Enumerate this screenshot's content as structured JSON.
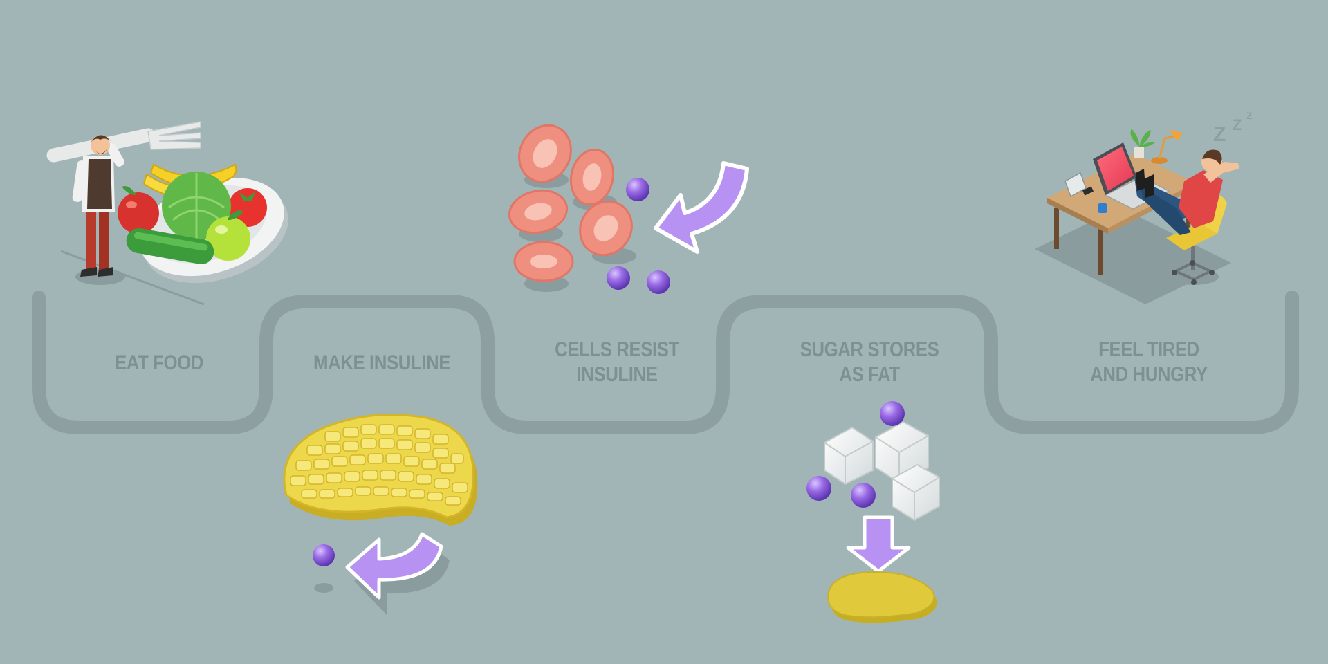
{
  "steps": [
    {
      "id": "eat-food",
      "lines": [
        "EAT FOOD",
        ""
      ]
    },
    {
      "id": "make-insuline",
      "lines": [
        "MAKE INSULINE",
        ""
      ]
    },
    {
      "id": "cells-resist-insuline",
      "lines": [
        "CELLS RESIST",
        "INSULINE"
      ]
    },
    {
      "id": "sugar-stores-as-fat",
      "lines": [
        "SUGAR STORES",
        "AS FAT"
      ]
    },
    {
      "id": "feel-tired-and-hungry",
      "lines": [
        "FEEL TIRED",
        "AND HUNGRY"
      ]
    }
  ],
  "icons": {
    "sleep_letters": [
      "Z",
      "Z",
      "Z"
    ]
  },
  "colors": {
    "background": "#a1b5b7",
    "path_stroke": "#8d9fa1",
    "label_text": "#7d9092",
    "glucose_purple": "#9b6ce6",
    "arrow_purple": "#b892f2",
    "cell_salmon": "#ee8f80",
    "pancreas_yellow": "#ecd84a",
    "fat_yellow": "#e0c93a",
    "sugar_white": "#f4f6f6"
  }
}
